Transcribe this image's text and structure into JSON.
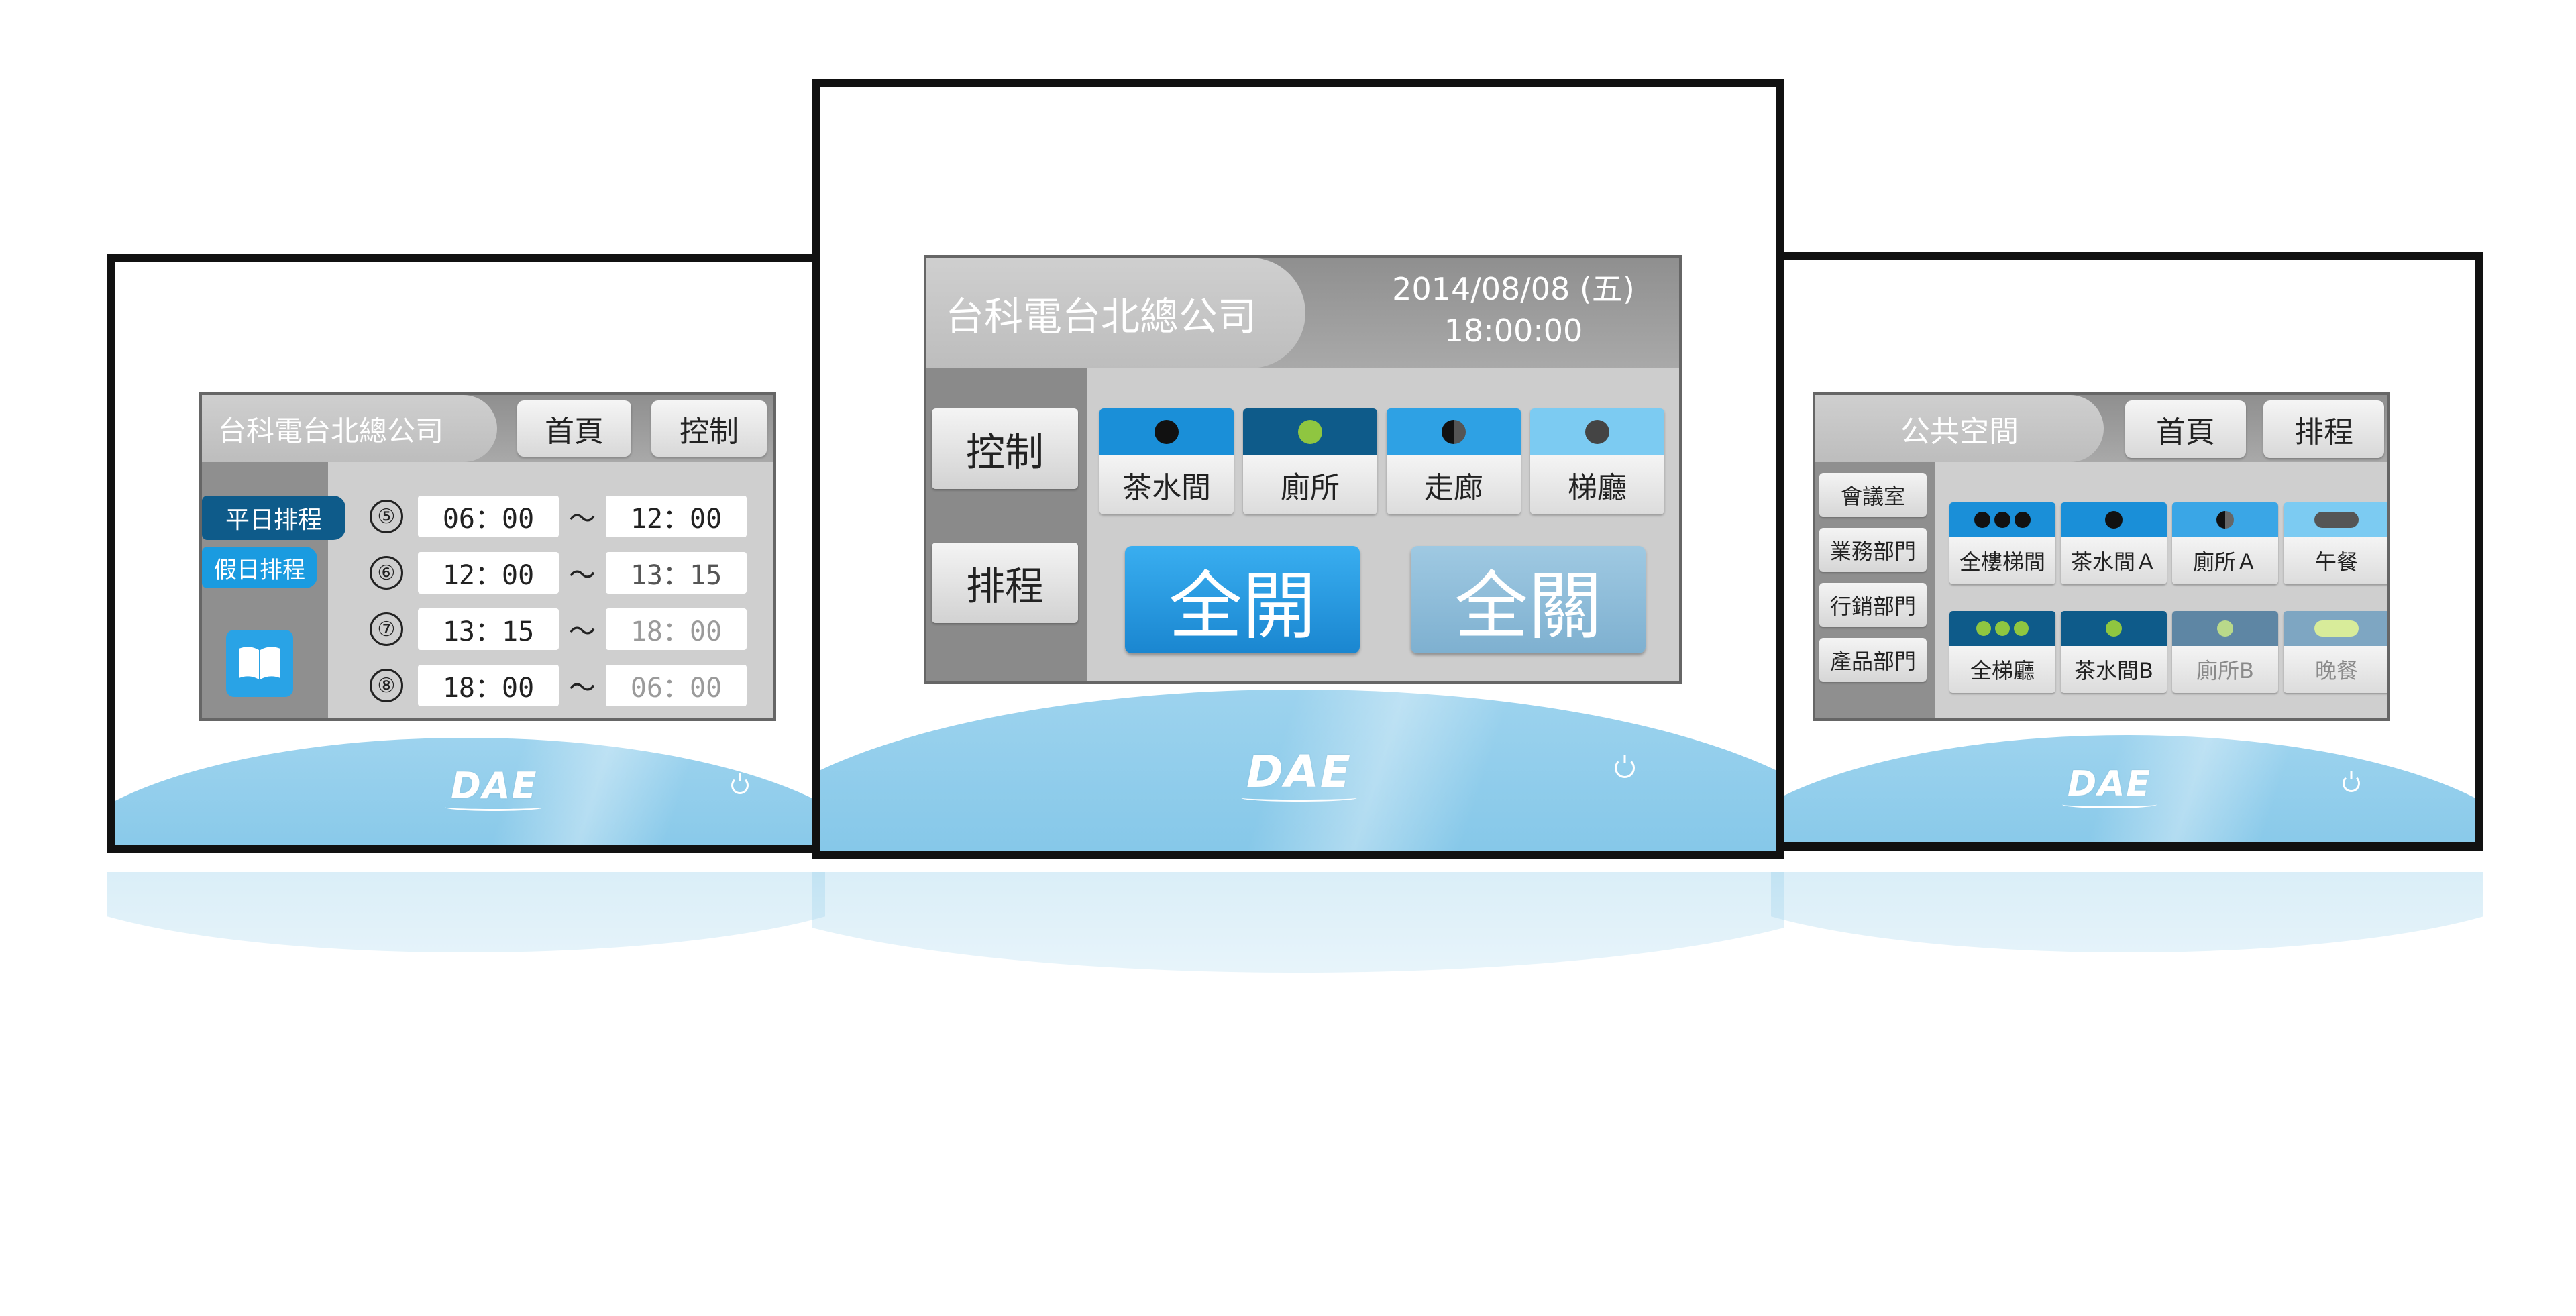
{
  "left": {
    "title": "台科電台北總公司",
    "btn_home": "首頁",
    "btn_control": "控制",
    "tab_weekday": "平日排程",
    "tab_holiday": "假日排程",
    "book_icon": "book-icon",
    "rows": [
      {
        "num": "⑤",
        "start": "06：00",
        "sep": "～",
        "end": "12：00"
      },
      {
        "num": "⑥",
        "start": "12：00",
        "sep": "～",
        "end": "13：15"
      },
      {
        "num": "⑦",
        "start": "13：15",
        "sep": "～",
        "end": "18：00"
      },
      {
        "num": "⑧",
        "start": "18：00",
        "sep": "～",
        "end": "06：00"
      }
    ],
    "logo": "DAE"
  },
  "center": {
    "title": "台科電台北總公司",
    "date": "2014/08/08 (五)",
    "time": "18:00:00",
    "side_control": "控制",
    "side_schedule": "排程",
    "rooms": [
      {
        "label": "茶水間"
      },
      {
        "label": "廁所"
      },
      {
        "label": "走廊"
      },
      {
        "label": "梯廳"
      }
    ],
    "all_on": "全開",
    "all_off": "全關",
    "logo": "DAE"
  },
  "right": {
    "title": "公共空間",
    "btn_home": "首頁",
    "btn_schedule": "排程",
    "depts": [
      "會議室",
      "業務部門",
      "行銷部門",
      "產品部門"
    ],
    "scenes": [
      {
        "label": "全樓梯間"
      },
      {
        "label": "茶水間Ａ"
      },
      {
        "label": "廁所Ａ"
      },
      {
        "label": "午餐"
      },
      {
        "label": "全梯廳"
      },
      {
        "label": "茶水間B"
      },
      {
        "label": "廁所B"
      },
      {
        "label": "晚餐"
      }
    ],
    "logo": "DAE"
  },
  "colors": {
    "accent_blue": "#1a8fd8",
    "dark_blue": "#0e5b8a",
    "light_blue": "#6fc0ec",
    "indicator_green": "#8fc640",
    "indicator_dark": "#222222",
    "frame": "#111111"
  }
}
